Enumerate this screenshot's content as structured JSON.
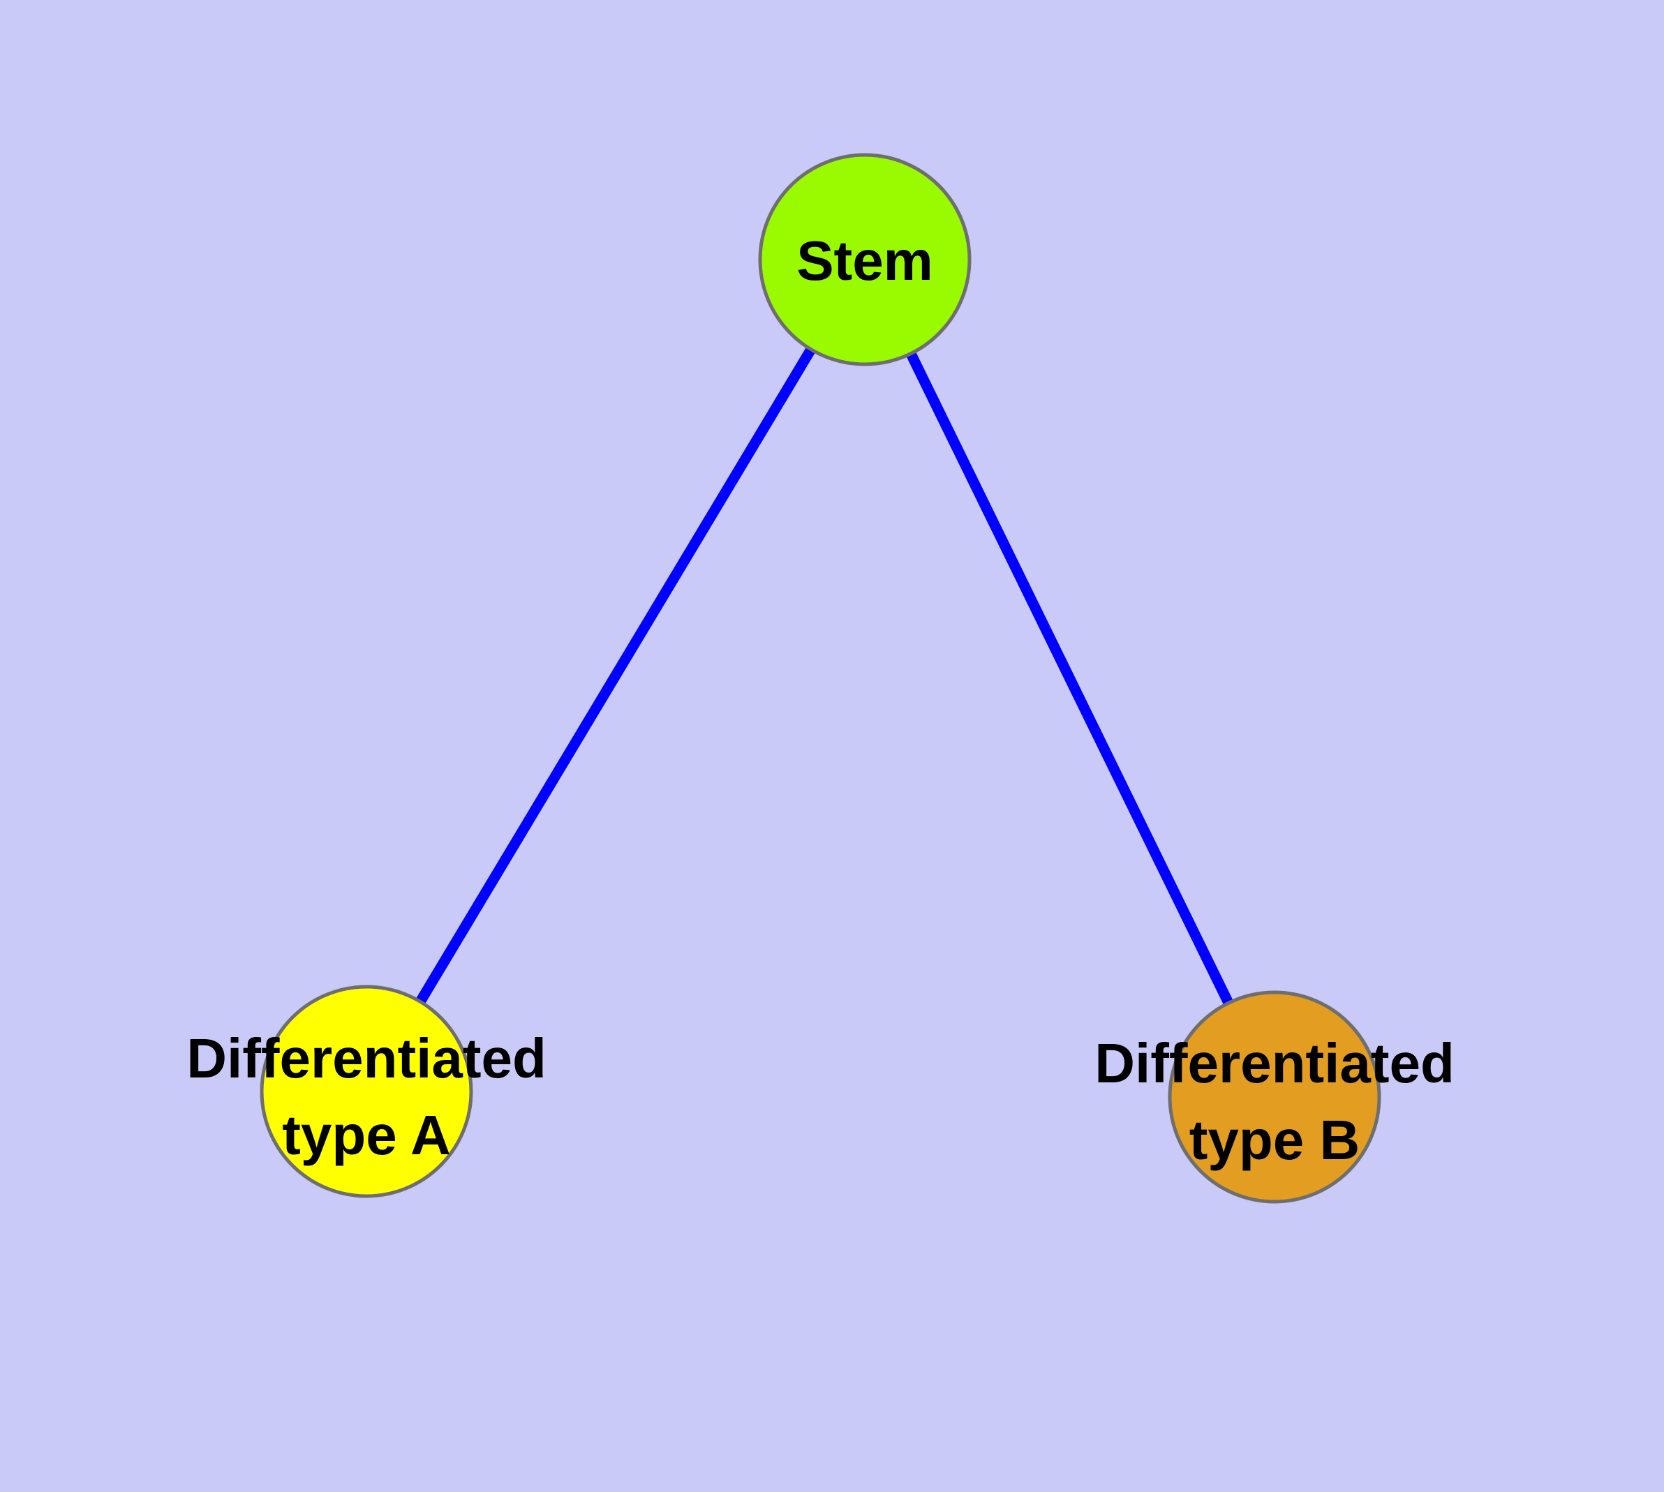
{
  "diagram": {
    "type": "graph",
    "description": "Stem cell differentiation tree with one root node and two differentiated child nodes",
    "background_color": "#CACAF8",
    "edge_color": "#0000FF",
    "node_border_color": "#6E6E6E",
    "label_color": "#000000",
    "nodes": {
      "stem": {
        "label": "Stem",
        "fill": "#9AFA00"
      },
      "type_a": {
        "label": "Differentiated type A",
        "label_line1": "Differentiated",
        "label_line2": "type A",
        "fill": "#FFFF00"
      },
      "type_b": {
        "label": "Differentiated type B",
        "label_line1": "Differentiated",
        "label_line2": "type B",
        "fill": "#E39D20"
      }
    },
    "edges": [
      {
        "from": "Stem",
        "to": "Differentiated type A"
      },
      {
        "from": "Stem",
        "to": "Differentiated type B"
      }
    ]
  }
}
